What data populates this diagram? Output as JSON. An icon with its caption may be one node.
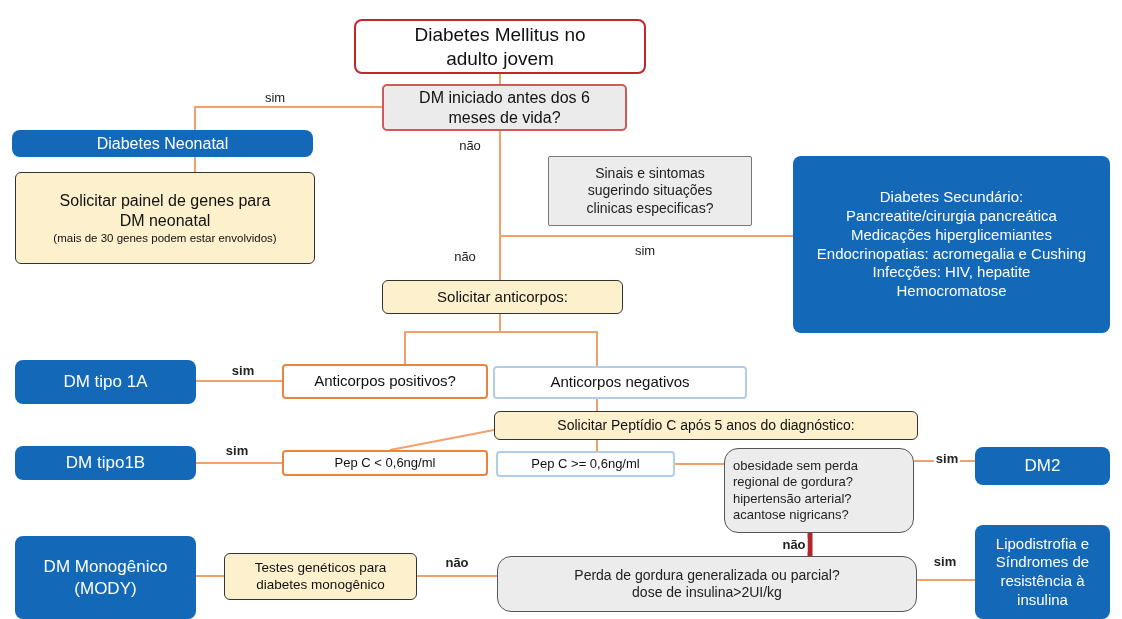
{
  "diagram": {
    "nodes": [
      {
        "text": [
          "Diabetes Mellitus no adulto jovem"
        ]
      },
      {
        "text": [
          "DM iniciado antes dos 6 meses de vida?"
        ]
      },
      {
        "text": [
          "Diabetes Neonatal"
        ]
      },
      {
        "text": [
          "Solicitar painel de genes para DM neonatal",
          "(mais de 30 genes podem estar envolvidos)"
        ]
      },
      {
        "text": [
          "Sinais e sintomas sugerindo situações clinicas especificas?"
        ]
      },
      {
        "text": [
          "Diabetes Secundário:",
          "Pancreatite/cirurgia pancreática",
          "Medicações hiperglicemiantes",
          "Endocrinopatias: acromegalia e Cushing",
          "Infecções: HIV, hepatite",
          "Hemocromatose"
        ]
      },
      {
        "text": [
          "Solicitar anticorpos:"
        ]
      },
      {
        "text": [
          "DM tipo 1A"
        ]
      },
      {
        "text": [
          "Anticorpos positivos?"
        ]
      },
      {
        "text": [
          "Anticorpos negativos"
        ]
      },
      {
        "text": [
          "Solicitar Peptídio C após 5 anos do diagnóstico:"
        ]
      },
      {
        "text": [
          "DM tipo1B"
        ]
      },
      {
        "text": [
          "Pep C < 0,6ng/ml"
        ]
      },
      {
        "text": [
          "Pep C >= 0,6ng/ml"
        ]
      },
      {
        "text": [
          "obesidade sem perda regional de gordura?",
          "hipertensão arterial?",
          "acantose nigricans?"
        ]
      },
      {
        "text": [
          "DM2"
        ]
      },
      {
        "text": [
          "DM Monogênico (MODY)"
        ]
      },
      {
        "text": [
          "Testes genéticos para diabetes monogênico"
        ]
      },
      {
        "text": [
          "Perda de gordura generalizada ou parcial?",
          "dose de insulina>2UI/kg"
        ]
      },
      {
        "text": [
          "Lipodistrofia e Síndromes de resistência à insulina"
        ]
      }
    ],
    "edges": [
      {
        "from": 0,
        "to": 1,
        "arrow": "none"
      },
      {
        "from": 1,
        "to": 2,
        "arrow": "none",
        "label": "sim"
      },
      {
        "from": 2,
        "to": 3,
        "arrow": "none"
      },
      {
        "from": 1,
        "to": 5,
        "arrow": "none",
        "label": "sim"
      },
      {
        "from": 1,
        "to": 6,
        "arrow": "none",
        "label": "não"
      },
      {
        "from": 6,
        "to": 8,
        "arrow": "none"
      },
      {
        "from": 6,
        "to": 9,
        "arrow": "none"
      },
      {
        "from": 8,
        "to": 7,
        "arrow": "none",
        "label": "sim"
      },
      {
        "from": 9,
        "to": 10,
        "arrow": "none"
      },
      {
        "from": 10,
        "to": 12,
        "arrow": "none"
      },
      {
        "from": 10,
        "to": 13,
        "arrow": "none"
      },
      {
        "from": 12,
        "to": 11,
        "arrow": "none",
        "label": "sim"
      },
      {
        "from": 13,
        "to": 14,
        "arrow": "none"
      },
      {
        "from": 14,
        "to": 15,
        "arrow": "none",
        "label": "sim"
      },
      {
        "from": 14,
        "to": 18,
        "arrow": "none",
        "label": "não",
        "color": "#b3262d",
        "style": "thick"
      },
      {
        "from": 18,
        "to": 19,
        "arrow": "none",
        "label": "sim"
      },
      {
        "from": 18,
        "to": 17,
        "arrow": "none",
        "label": "não"
      },
      {
        "from": 17,
        "to": 16,
        "arrow": "none"
      }
    ],
    "labels": [
      "não"
    ]
  }
}
